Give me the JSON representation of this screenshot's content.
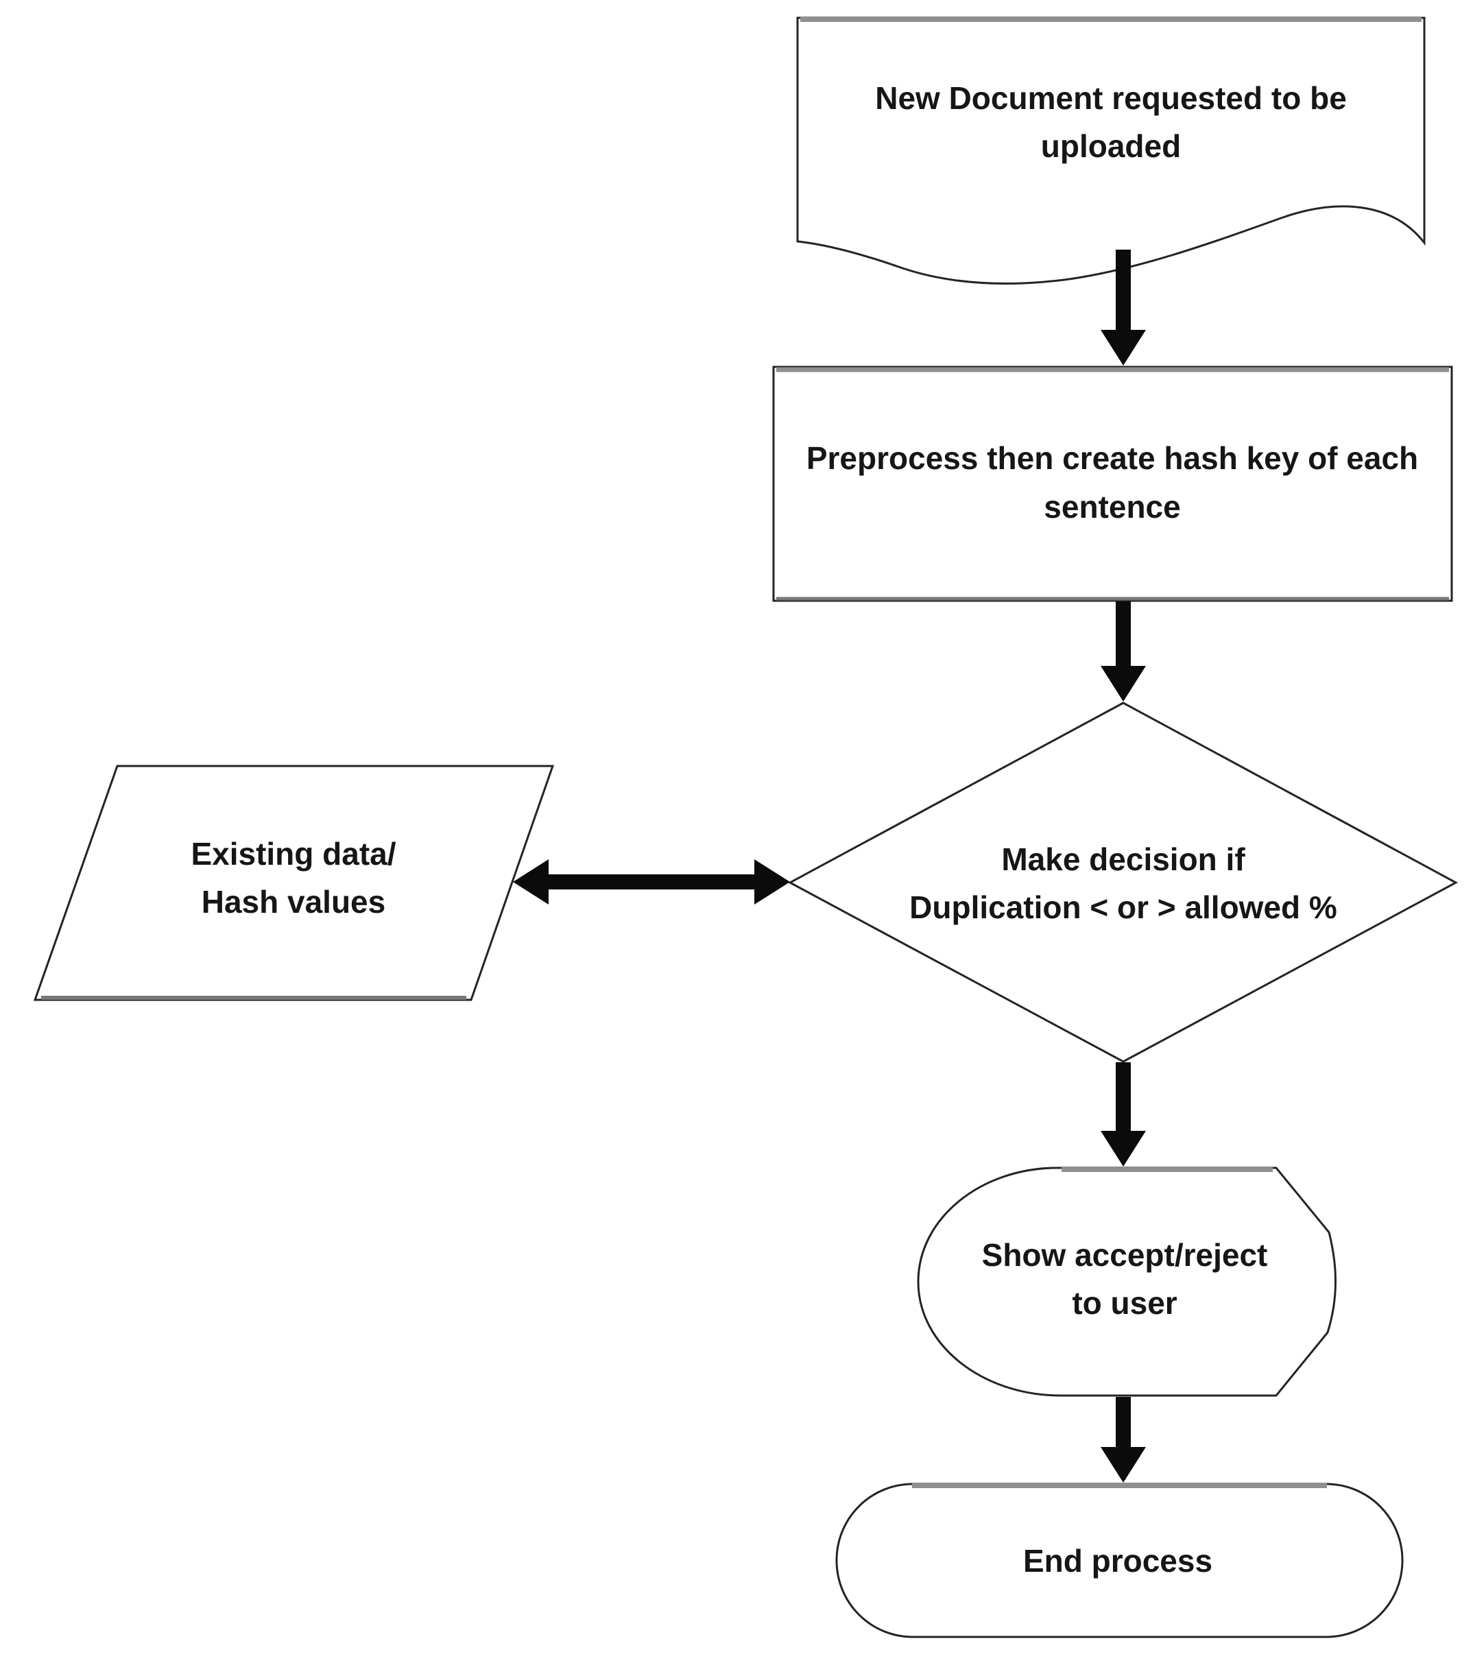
{
  "diagram_type": "flowchart",
  "colors": {
    "background": "#ffffff",
    "shape_fill": "#ffffff",
    "shape_stroke": "#242424",
    "shape_top_highlight": "#8f8f8f",
    "arrow": "#0b0b0b",
    "text": "#161616"
  },
  "nodes": {
    "document": {
      "shape": "document",
      "line1": "New Document requested to be",
      "line2": "uploaded"
    },
    "process": {
      "shape": "process",
      "line1": "Preprocess then create hash key of each",
      "line2": "sentence"
    },
    "decision": {
      "shape": "decision",
      "line1": "Make decision if",
      "line2": "Duplication < or > allowed %"
    },
    "data": {
      "shape": "data",
      "line1": "Existing data/",
      "line2": "Hash values"
    },
    "display": {
      "shape": "display",
      "line1": "Show accept/reject",
      "line2": "to user"
    },
    "end": {
      "shape": "terminator",
      "line1": "End process"
    }
  },
  "edges": [
    {
      "from": "document",
      "to": "process",
      "direction": "down"
    },
    {
      "from": "process",
      "to": "decision",
      "direction": "down"
    },
    {
      "from": "decision",
      "to": "data",
      "direction": "bidirectional"
    },
    {
      "from": "decision",
      "to": "display",
      "direction": "down"
    },
    {
      "from": "display",
      "to": "end",
      "direction": "down"
    }
  ]
}
